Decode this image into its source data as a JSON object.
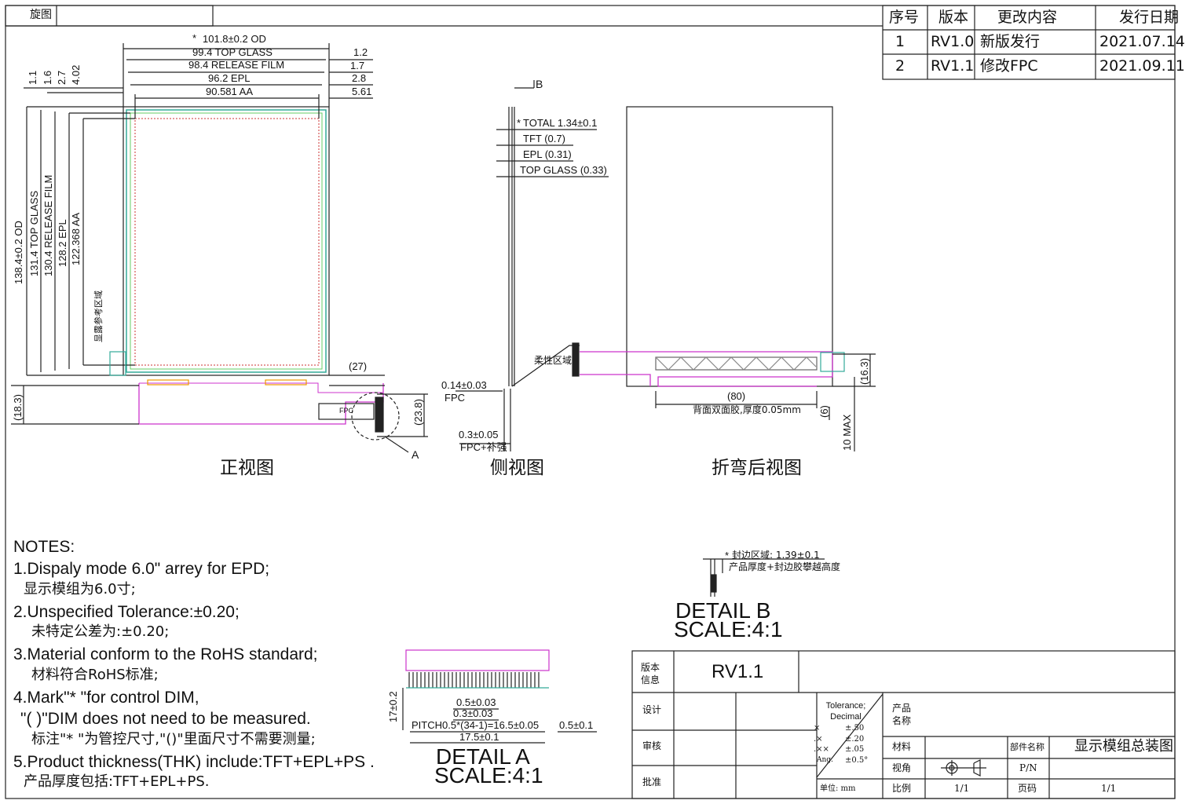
{
  "corner_label": "旋图",
  "revision_table": {
    "headers": [
      "序号",
      "版本",
      "更改内容",
      "发行日期"
    ],
    "rows": [
      [
        "1",
        "RV1.0",
        "新版发行",
        "2021.07.14"
      ],
      [
        "2",
        "RV1.1",
        "修改FPC",
        "2021.09.11"
      ]
    ]
  },
  "front_view": {
    "caption": "正视图",
    "top_dims": [
      "101.8±0.2 OD",
      "99.4 TOP GLASS",
      "98.4 RELEASE FILM",
      "96.2 EPL",
      "90.581 AA"
    ],
    "right_dims": [
      "1.2",
      "1.7",
      "2.8",
      "5.61"
    ],
    "top_left_dims": [
      "1.1",
      "1.6",
      "2.7",
      "4.02"
    ],
    "left_dims": [
      "138.4±0.2 OD",
      "131.4 TOP GLASS",
      "130.4 RELEASE FILM",
      "128.2 EPL",
      "122.368 AA"
    ],
    "area_label": "显露参考区域",
    "fpc_width": "(27)",
    "fpc_height": "(18.3)",
    "fpc_right_height": "(23.8)",
    "detail_marker": "A",
    "component_label": "FPC",
    "star": "*"
  },
  "side_view": {
    "caption": "侧视图",
    "marker": "B",
    "dims": [
      "TOTAL 1.34±0.1",
      "TFT (0.7)",
      "EPL (0.31)",
      "TOP GLASS (0.33)"
    ],
    "flex_label": "柔性区域",
    "fpc_dim": "0.14±0.03",
    "fpc_label": "FPC",
    "stiff_dim": "0.3±0.05",
    "stiff_label": "FPC+补强"
  },
  "bent_view": {
    "caption": "折弯后视图",
    "width": "(80)",
    "tape_label": "背面双面胶,厚度0.05mm",
    "height": "(16.3)",
    "thick": "(6)",
    "max": "10 MAX"
  },
  "detail_b": {
    "dim": "封边区域: 1.39±0.1",
    "note": "产品厚度+封边胶攀越高度",
    "title": "DETAIL B",
    "scale": "SCALE:4:1"
  },
  "detail_a": {
    "height": "17±0.2",
    "d1": "0.5±0.03",
    "d2": "0.3±0.03",
    "pitch": "PITCH0.5*(34-1)=16.5±0.05",
    "d3": "0.5±0.1",
    "width": "17.5±0.1",
    "title": "DETAIL A",
    "scale": "SCALE:4:1"
  },
  "notes": {
    "heading": "NOTES:",
    "lines": [
      "1.Dispaly mode 6.0\" arrey for EPD;",
      "显示模组为6.0寸;",
      "2.Unspecified Tolerance:±0.20;",
      "未特定公差为:±0.20;",
      "3.Material conform to the RoHS standard;",
      "材料符合RoHS标准;",
      "4.Mark\"*  \"for control DIM,",
      "\"( )\"DIM does not need to be measured.",
      "标注\"*  \"为管控尺寸,\"()\"里面尺寸不需要测量;",
      "5.Product thickness(THK) include:TFT+EPL+PS .",
      "产品厚度包括:TFT+EPL+PS."
    ]
  },
  "title_block": {
    "version_label": "版本信息",
    "version_value": "RV1.1",
    "design": "设计",
    "review": "审核",
    "approve": "批准",
    "tolerance_title": "Tolerance; Decimal",
    "tol_rows": [
      [
        "×",
        "±.50"
      ],
      [
        ".×",
        "±.20"
      ],
      [
        ".××",
        "±.05"
      ],
      [
        "Ang.",
        "±0.5°"
      ]
    ],
    "unit": "单位: mm",
    "product_name": "产品名称",
    "material": "材料",
    "part_name_label": "部件名称",
    "part_name_value": "显示模组总装图",
    "view_angle": "视角",
    "pn": "P/N",
    "scale_label": "比例",
    "scale_value": "1/1",
    "page_label": "页码",
    "page_value": "1/1"
  }
}
